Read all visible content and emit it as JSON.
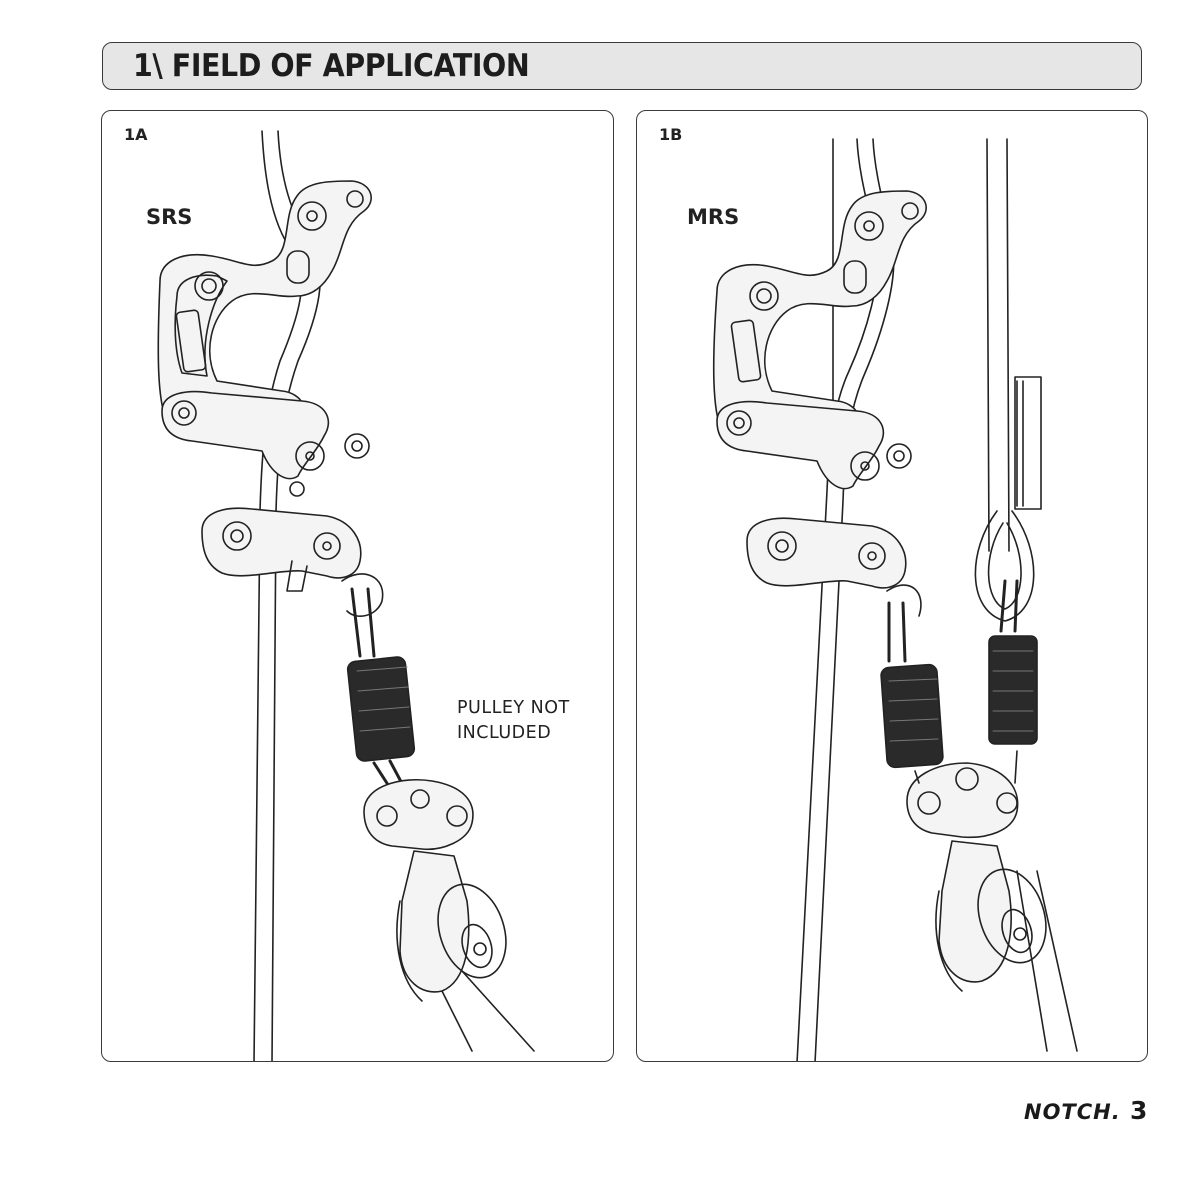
{
  "header": {
    "title": "1\\ FIELD OF APPLICATION"
  },
  "panels": [
    {
      "id": "1A",
      "system": "SRS",
      "note": [
        "PULLEY NOT",
        "INCLUDED"
      ]
    },
    {
      "id": "1B",
      "system": "MRS"
    }
  ],
  "footer": {
    "brand": "NOTCH.",
    "page_number": "3"
  }
}
